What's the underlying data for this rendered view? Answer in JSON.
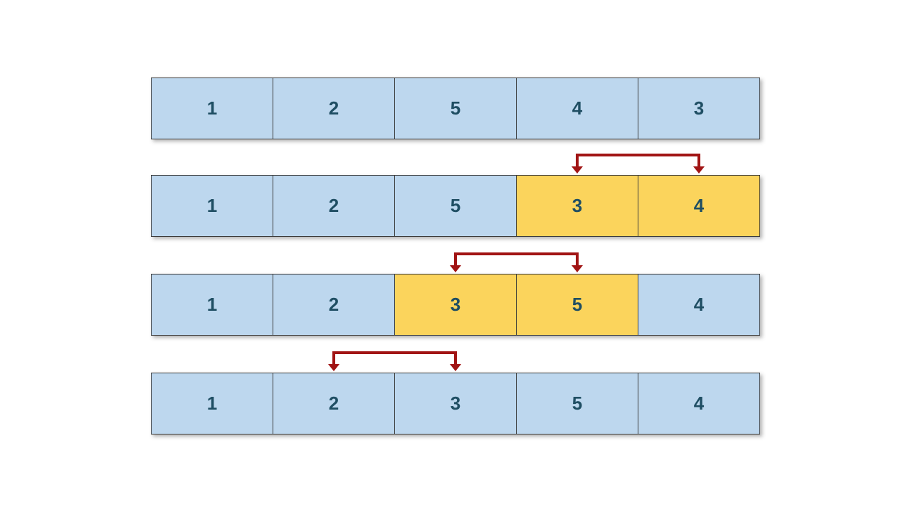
{
  "diagram": {
    "description": "Array sorting swap steps diagram",
    "colors": {
      "cell_blue": "#BDD7EE",
      "cell_yellow": "#FBD45C",
      "digit_text": "#1F4E63",
      "arrow_red": "#A11414",
      "cell_border": "#3A3A3A",
      "background": "#FFFFFF"
    },
    "rows": [
      {
        "values": [
          "1",
          "2",
          "5",
          "4",
          "3"
        ],
        "highlighted": []
      },
      {
        "values": [
          "1",
          "2",
          "5",
          "3",
          "4"
        ],
        "highlighted": [
          3,
          4
        ],
        "arrow": {
          "from": 3,
          "to": 4
        }
      },
      {
        "values": [
          "1",
          "2",
          "3",
          "5",
          "4"
        ],
        "highlighted": [
          2,
          3
        ],
        "arrow": {
          "from": 2,
          "to": 3
        }
      },
      {
        "values": [
          "1",
          "2",
          "3",
          "5",
          "4"
        ],
        "highlighted": [],
        "arrow": {
          "from": 1,
          "to": 2
        }
      }
    ]
  }
}
